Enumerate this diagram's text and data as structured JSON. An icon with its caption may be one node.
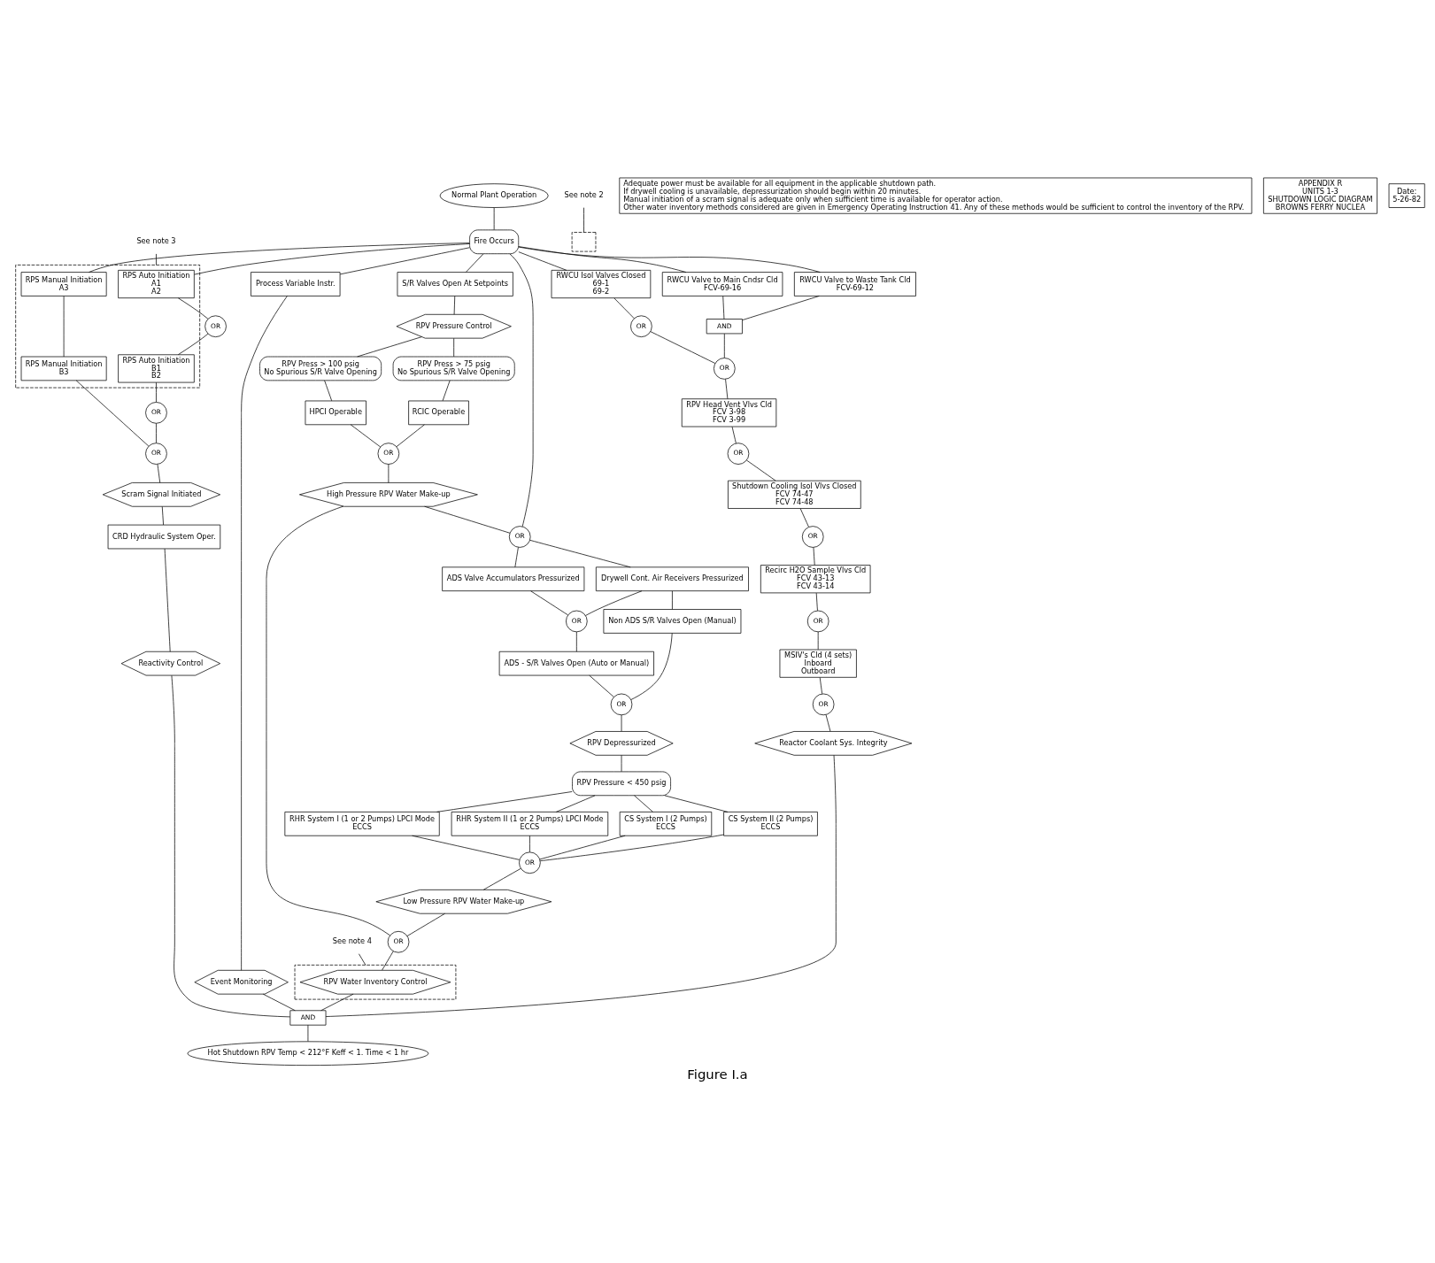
{
  "diagram": {
    "caption": "Figure I.a",
    "nodes": [
      {
        "text": [
          "Normal Plant Operation"
        ]
      },
      {
        "text": [
          "Fire Occurs"
        ]
      },
      {
        "text": [],
        "shape": "box"
      },
      {
        "text": [
          "RPS Auto Initiation",
          "A1",
          "A2"
        ],
        "in": 2
      },
      {
        "text": [
          "RPS Manual Initiation",
          "A3"
        ],
        "in": 2
      },
      {
        "text": [
          "RPS Auto Initiation",
          "B1",
          "B2"
        ],
        "in": 2
      },
      {
        "text": [
          "RPS Manual Initiation",
          "B3"
        ],
        "in": 2
      },
      {
        "text": [
          "OR"
        ]
      },
      {
        "text": [
          "OR"
        ]
      },
      {
        "text": [
          "OR"
        ]
      },
      {
        "text": [
          "Scram Signal Initiated"
        ]
      },
      {
        "text": [
          "CRD Hydraulic System Oper."
        ]
      },
      {
        "text": [
          "Reactivity Control"
        ]
      },
      {
        "text": [
          "Process Variable Instr."
        ]
      },
      {
        "text": [
          "Event Monitoring"
        ]
      },
      {
        "text": [
          "OR"
        ]
      },
      {
        "text": [
          "ADS Valve Accumulators Pressurized"
        ]
      },
      {
        "text": [
          "Drywell Cont. Air Receivers Pressurized"
        ]
      },
      {
        "text": [
          "OR"
        ]
      },
      {
        "text": [
          "ADS - S/R Valves Open (Auto or Manual)"
        ]
      },
      {
        "text": [
          "Non ADS S/R Valves Open (Manual)"
        ]
      },
      {
        "text": [
          "OR"
        ]
      },
      {
        "text": [
          "RPV Depressurized"
        ]
      },
      {
        "text": [
          "RPV Pressure < 450 psig"
        ]
      },
      {
        "text": [
          "RHR System I (1 or 2 Pumps) LPCI Mode",
          "ECCS"
        ]
      },
      {
        "text": [
          "RHR System II (1 or 2 Pumps) LPCI Mode",
          "ECCS"
        ]
      },
      {
        "text": [
          "CS System I (2 Pumps)",
          "ECCS"
        ]
      },
      {
        "text": [
          "CS System II (2 Pumps)",
          "ECCS"
        ]
      },
      {
        "text": [
          "OR"
        ]
      },
      {
        "text": [
          "Low Pressure RPV Water Make-up"
        ]
      },
      {
        "text": [],
        "shape": "box"
      },
      {
        "text": [
          "RPV Water Inventory Control"
        ],
        "in": 30
      },
      {
        "text": [
          "OR"
        ]
      },
      {
        "text": [
          "S/R Valves Open At Setpoints"
        ]
      },
      {
        "text": [
          "RPV Pressure Control"
        ]
      },
      {
        "text": [
          "RPV Press > 100 psig",
          "No Spurious S/R Valve Opening"
        ]
      },
      {
        "text": [
          "RPV Press > 75 psig",
          "No Spurious S/R Valve Opening"
        ]
      },
      {
        "text": [
          "HPCI Operable"
        ]
      },
      {
        "text": [
          "RCIC Operable"
        ]
      },
      {
        "text": [
          "OR"
        ]
      },
      {
        "text": [
          "High Pressure RPV Water Make-up"
        ]
      },
      {
        "text": [],
        "shape": "box"
      },
      {
        "text": [
          "RWCU Isol Valves Closed",
          "69-1",
          "69-2"
        ]
      },
      {
        "text": [
          "RWCU Valve to Main Cndsr Cld",
          "FCV-69-16"
        ]
      },
      {
        "text": [
          "RWCU Valve to Waste Tank Cld",
          "FCV-69-12"
        ]
      },
      {
        "text": [
          "OR"
        ]
      },
      {
        "text": [
          "AND"
        ]
      },
      {
        "text": [
          "OR"
        ]
      },
      {
        "text": [
          "RPV Head Vent Vlvs Cld",
          "FCV 3-98",
          "FCV 3-99"
        ]
      },
      {
        "text": [
          "OR"
        ]
      },
      {
        "text": [
          "Shutdown Cooling Isol Vlvs Closed",
          "FCV 74-47",
          "FCV 74-48"
        ]
      },
      {
        "text": [
          "OR"
        ]
      },
      {
        "text": [
          "Recirc H2O Sample Vlvs Cld",
          "FCV 43-13",
          "FCV 43-14"
        ]
      },
      {
        "text": [
          "OR"
        ]
      },
      {
        "text": [
          "MSIV's Cld (4 sets)",
          "Inboard",
          "Outboard"
        ]
      },
      {
        "text": [
          "OR"
        ]
      },
      {
        "text": [
          "Reactor Coolant Sys. Integrity"
        ]
      },
      {
        "text": [
          "AND"
        ]
      },
      {
        "text": [
          "Hot Shutdown RPV Temp < 212°F Keff < 1. Time < 1 hr"
        ]
      },
      {
        "text": [
          "See note 3"
        ]
      },
      {
        "text": [
          "See note 2"
        ]
      },
      {
        "text": [
          "See note 4"
        ]
      },
      {
        "text": [
          "Adequate power must be available for all equipment in the applicable shutdown path.",
          "If drywell cooling is unavailable, depressurization should begin within 20 minutes.",
          "Manual initiation of a scram signal is adequate only when sufficient time is available for operator action.",
          "Other water inventory methods considered are given in Emergency Operating Instruction 41. Any of these methods would be sufficient to control the inventory of the RPV."
        ]
      },
      {
        "text": [
          "APPENDIX R",
          "UNITS 1-3",
          "SHUTDOWN LOGIC DIAGRAM",
          "BROWNS FERRY NUCLEA"
        ]
      },
      {
        "text": [
          "Date:",
          "5-26-82"
        ]
      }
    ],
    "edges": [
      {
        "from": 0,
        "to": 1,
        "arrow": "none"
      },
      {
        "from": 1,
        "to": 3,
        "arrow": "none"
      },
      {
        "from": 1,
        "to": 4,
        "arrow": "none"
      },
      {
        "from": 1,
        "to": 13,
        "arrow": "none"
      },
      {
        "from": 1,
        "to": 15,
        "arrow": "none"
      },
      {
        "from": 1,
        "to": 33,
        "arrow": "none"
      },
      {
        "from": 1,
        "to": 42,
        "arrow": "none"
      },
      {
        "from": 1,
        "to": 43,
        "arrow": "none"
      },
      {
        "from": 1,
        "to": 44,
        "arrow": "none"
      },
      {
        "from": 3,
        "to": 7,
        "arrow": "none"
      },
      {
        "from": 7,
        "to": 5,
        "arrow": "none"
      },
      {
        "from": 4,
        "to": 6,
        "arrow": "none"
      },
      {
        "from": 5,
        "to": 8,
        "arrow": "none"
      },
      {
        "from": 8,
        "to": 9,
        "arrow": "none"
      },
      {
        "from": 6,
        "to": 9,
        "arrow": "none"
      },
      {
        "from": 9,
        "to": 10,
        "arrow": "none"
      },
      {
        "from": 10,
        "to": 11,
        "arrow": "none"
      },
      {
        "from": 11,
        "to": 12,
        "arrow": "none"
      },
      {
        "from": 12,
        "to": 57,
        "arrow": "none"
      },
      {
        "from": 13,
        "to": 14,
        "arrow": "none"
      },
      {
        "from": 14,
        "to": 57,
        "arrow": "none"
      },
      {
        "from": 15,
        "to": 16,
        "arrow": "none"
      },
      {
        "from": 15,
        "to": 17,
        "arrow": "none"
      },
      {
        "from": 16,
        "to": 18,
        "arrow": "none"
      },
      {
        "from": 17,
        "to": 18,
        "arrow": "none"
      },
      {
        "from": 18,
        "to": 19,
        "arrow": "none"
      },
      {
        "from": 17,
        "to": 20,
        "arrow": "none"
      },
      {
        "from": 19,
        "to": 21,
        "arrow": "none"
      },
      {
        "from": 20,
        "to": 21,
        "arrow": "none"
      },
      {
        "from": 21,
        "to": 22,
        "arrow": "none"
      },
      {
        "from": 22,
        "to": 23,
        "arrow": "none"
      },
      {
        "from": 23,
        "to": 24,
        "arrow": "none"
      },
      {
        "from": 23,
        "to": 25,
        "arrow": "none"
      },
      {
        "from": 23,
        "to": 26,
        "arrow": "none"
      },
      {
        "from": 23,
        "to": 27,
        "arrow": "none"
      },
      {
        "from": 24,
        "to": 28,
        "arrow": "none"
      },
      {
        "from": 25,
        "to": 28,
        "arrow": "none"
      },
      {
        "from": 26,
        "to": 28,
        "arrow": "none"
      },
      {
        "from": 27,
        "to": 28,
        "arrow": "none"
      },
      {
        "from": 28,
        "to": 29,
        "arrow": "none"
      },
      {
        "from": 29,
        "to": 32,
        "arrow": "none"
      },
      {
        "from": 32,
        "to": 31,
        "arrow": "none"
      },
      {
        "from": 31,
        "to": 57,
        "arrow": "none"
      },
      {
        "from": 33,
        "to": 34,
        "arrow": "none"
      },
      {
        "from": 34,
        "to": 35,
        "arrow": "none"
      },
      {
        "from": 34,
        "to": 36,
        "arrow": "none"
      },
      {
        "from": 35,
        "to": 37,
        "arrow": "none"
      },
      {
        "from": 36,
        "to": 38,
        "arrow": "none"
      },
      {
        "from": 37,
        "to": 39,
        "arrow": "none"
      },
      {
        "from": 38,
        "to": 39,
        "arrow": "none"
      },
      {
        "from": 39,
        "to": 40,
        "arrow": "none"
      },
      {
        "from": 40,
        "to": 15,
        "arrow": "none"
      },
      {
        "from": 40,
        "to": 32,
        "arrow": "none"
      },
      {
        "from": 42,
        "to": 45,
        "arrow": "none"
      },
      {
        "from": 43,
        "to": 46,
        "arrow": "none"
      },
      {
        "from": 44,
        "to": 46,
        "arrow": "none"
      },
      {
        "from": 45,
        "to": 47,
        "arrow": "none"
      },
      {
        "from": 46,
        "to": 47,
        "arrow": "none"
      },
      {
        "from": 47,
        "to": 48,
        "arrow": "none"
      },
      {
        "from": 48,
        "to": 49,
        "arrow": "none"
      },
      {
        "from": 49,
        "to": 50,
        "arrow": "none"
      },
      {
        "from": 50,
        "to": 51,
        "arrow": "none"
      },
      {
        "from": 51,
        "to": 52,
        "arrow": "none"
      },
      {
        "from": 52,
        "to": 53,
        "arrow": "none"
      },
      {
        "from": 53,
        "to": 54,
        "arrow": "none"
      },
      {
        "from": 54,
        "to": 55,
        "arrow": "none"
      },
      {
        "from": 55,
        "to": 56,
        "arrow": "none"
      },
      {
        "from": 56,
        "to": 57,
        "arrow": "none"
      },
      {
        "from": 57,
        "to": 58,
        "arrow": "none"
      },
      {
        "from": 59,
        "to": 2,
        "arrow": "none"
      },
      {
        "from": 60,
        "to": 41,
        "arrow": "none"
      },
      {
        "from": 61,
        "to": 30,
        "arrow": "none"
      }
    ]
  }
}
